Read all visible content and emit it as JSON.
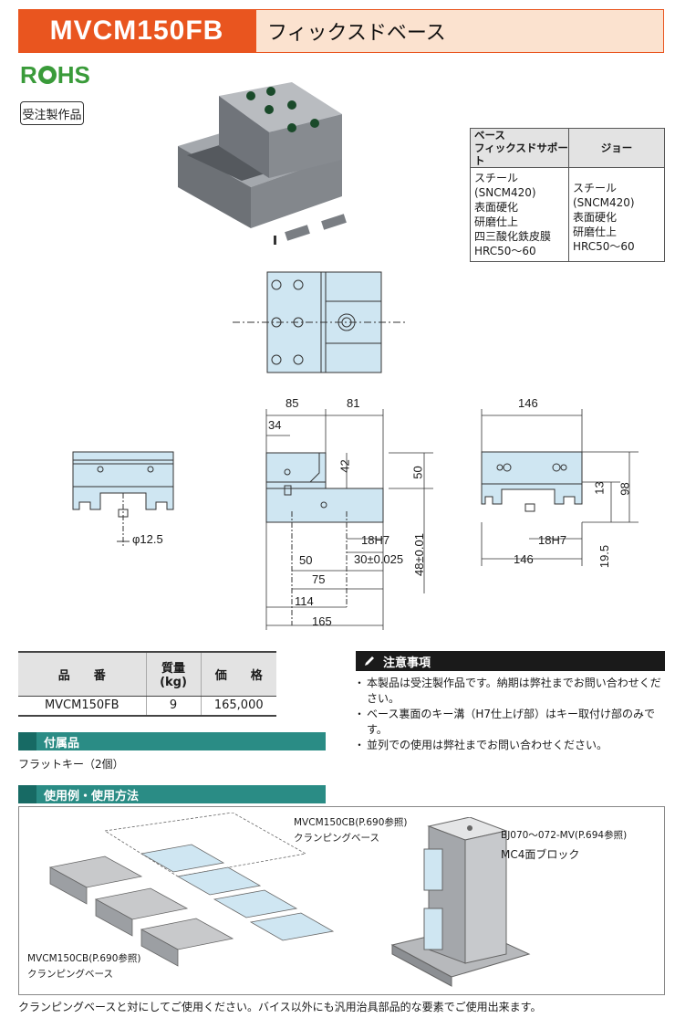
{
  "header": {
    "model": "MVCM150FB",
    "name": "フィックスドベース"
  },
  "badges": {
    "rohs": "RoHS",
    "made_to_order": "受注製作品"
  },
  "material_table": {
    "col1_header_line1": "ベース",
    "col1_header_line2": "フィックスドサポート",
    "col2_header": "ジョー",
    "col1_lines": [
      "スチール(SNCM420)",
      "表面硬化",
      "研磨仕上",
      "四三酸化鉄皮膜",
      "HRC50～60"
    ],
    "col2_lines": [
      "スチール(SNCM420)",
      "表面硬化",
      "研磨仕上",
      "HRC50～60"
    ]
  },
  "dimensions": {
    "front_top_left": "85",
    "front_top_right": "81",
    "front_34": "34",
    "front_42": "42",
    "front_50_right": "50",
    "front_18h7": "18H7",
    "front_30": "30±0.025",
    "front_48": "48±0.01",
    "front_50_bottom": "50",
    "front_75": "75",
    "front_114": "114",
    "front_165": "165",
    "left_phi": "φ12.5",
    "side_146_top": "146",
    "side_13": "13",
    "side_98": "98",
    "side_18h7": "18H7",
    "side_146_bottom": "146",
    "side_19_5": "19.5"
  },
  "spec_table": {
    "headers": [
      "品　　番",
      "質量\n(kg)",
      "価　　格"
    ],
    "header_part": "品　　番",
    "header_mass_1": "質量",
    "header_mass_2": "(kg)",
    "header_price": "価　　格",
    "row": {
      "part": "MVCM150FB",
      "mass": "9",
      "price": "165,000"
    }
  },
  "notes": {
    "title": "注意事項",
    "items": [
      "本製品は受注製作品です。納期は弊社までお問い合わせください。",
      "ベース裏面のキー溝（H7仕上げ部）はキー取付け部のみです。",
      "並列での使用は弊社までお問い合わせください。"
    ]
  },
  "accessories": {
    "title": "付属品",
    "text": "フラットキー（2個）"
  },
  "usage": {
    "title": "使用例・使用方法",
    "label_cb_top_1": "MVCM150CB(P.690参照)",
    "label_cb_top_2": "クランピングベース",
    "label_bj_1": "BJ070～072-MV(P.694参照)",
    "label_bj_2": "MC4面ブロック",
    "label_cb_bottom_1": "MVCM150CB(P.690参照)",
    "label_cb_bottom_2": "クランピングベース",
    "footer": "クランピングベースと対にしてご使用ください。バイス以外にも汎用治具部品的な要素でご使用出来ます。"
  },
  "colors": {
    "accent_orange": "#e9551f",
    "header_bg": "#fbe2cf",
    "teal": "#2a8c85",
    "drawing_fill": "#cfe6f2",
    "rohs_green": "#3a9b3a"
  }
}
